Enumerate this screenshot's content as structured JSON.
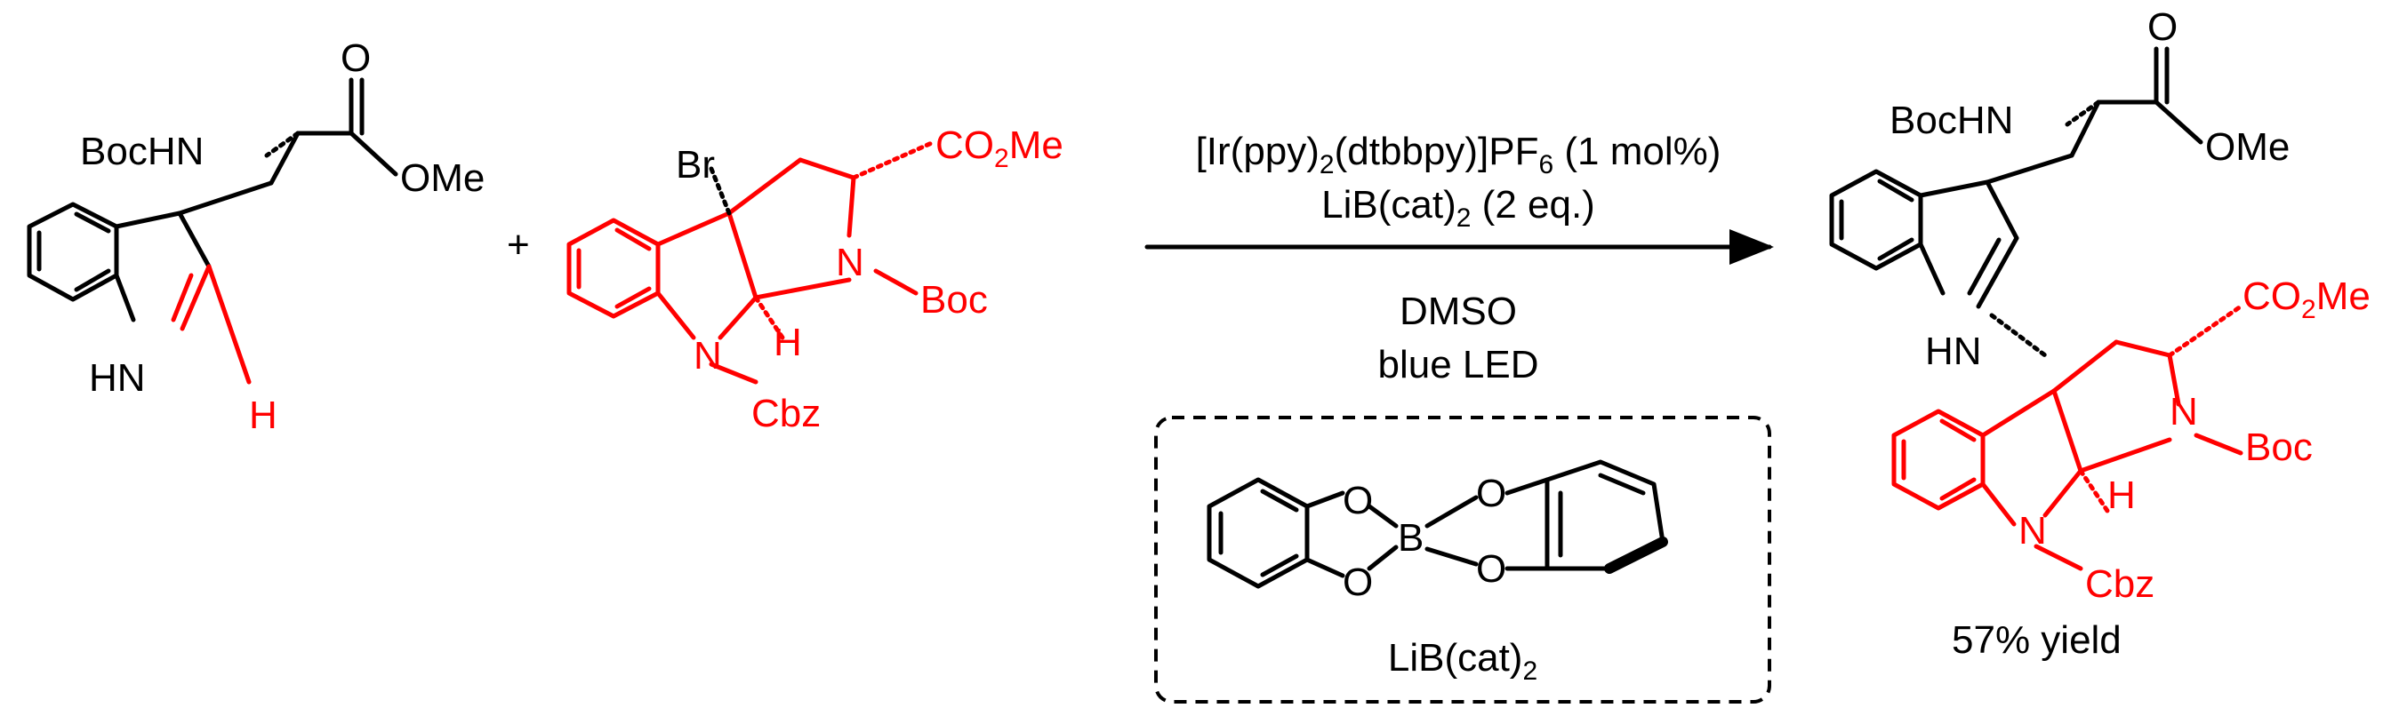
{
  "colors": {
    "ink": "#000000",
    "highlight": "#ff0000"
  },
  "reactant1": {
    "amine": "BocHN",
    "ester": "OMe",
    "carbonyl": "O",
    "nh": "HN",
    "h": "H"
  },
  "plus": "+",
  "reactant2": {
    "br": "Br",
    "ester": "CO",
    "ester_sub": "2",
    "ester_tail": "Me",
    "n1": "N",
    "boc": "Boc",
    "n2": "N",
    "cbz": "Cbz",
    "h": "H"
  },
  "conditions": {
    "catalyst": "[Ir(ppy)",
    "catalyst_sub1": "2",
    "catalyst_mid": "(dtbbpy)]PF",
    "catalyst_sub2": "6",
    "catalyst_tail": " (1 mol%)",
    "additive": "LiB(cat)",
    "additive_sub": "2",
    "additive_tail": " (2 eq.)",
    "solvent": "DMSO",
    "light": "blue LED"
  },
  "inset": {
    "o1": "O",
    "o2": "O",
    "o3": "O",
    "o4": "O",
    "b": "B",
    "label": "LiB(cat)",
    "label_sub": "2"
  },
  "product": {
    "amine": "BocHN",
    "ester": "OMe",
    "carbonyl": "O",
    "nh": "HN",
    "ester2": "CO",
    "ester2_sub": "2",
    "ester2_tail": "Me",
    "n1": "N",
    "boc": "Boc",
    "n2": "N",
    "cbz": "Cbz",
    "h": "H",
    "yield": "57% yield"
  }
}
